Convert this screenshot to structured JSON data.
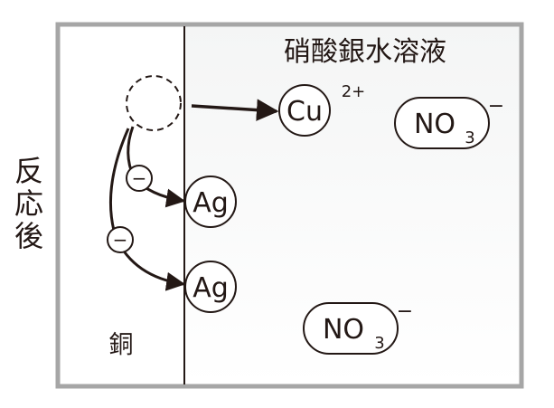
{
  "colors": {
    "frame": "#a6a6a6",
    "solution_gradient_top": "#f4f5f5",
    "solution_gradient_bottom": "#ffffff",
    "ink": "#231815"
  },
  "side_label": [
    "反",
    "応",
    "後"
  ],
  "copper_label": "銅",
  "solution_label": "硝酸銀水溶液",
  "dissolved_ion": {
    "symbol": "Cu",
    "charge": "2+"
  },
  "nitrate_ions": [
    {
      "base": "NO",
      "subscript": "3",
      "charge": "−"
    },
    {
      "base": "NO",
      "subscript": "3",
      "charge": "−"
    }
  ],
  "silver_atoms": [
    "Ag",
    "Ag"
  ],
  "electrons": [
    "−",
    "−"
  ]
}
